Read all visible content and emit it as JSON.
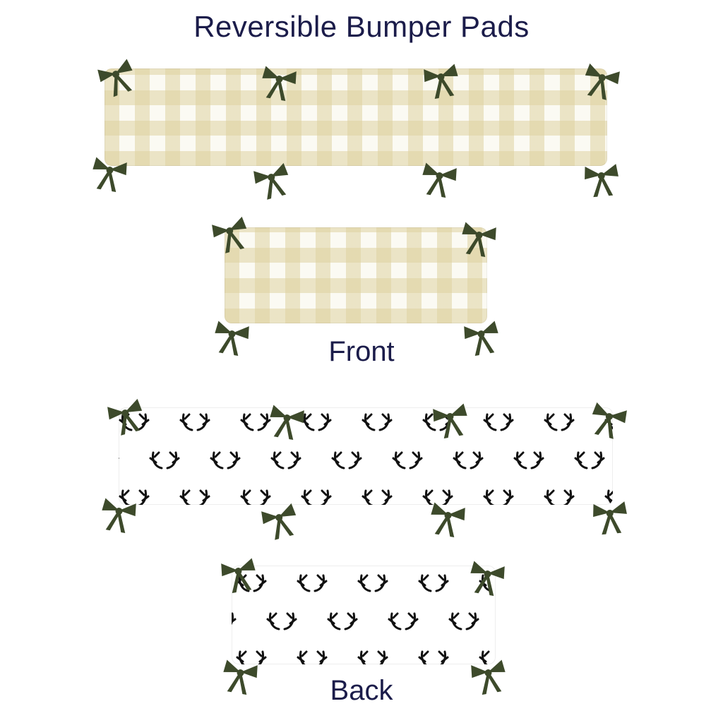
{
  "heading": "Reversible Bumper Pads",
  "front_label": "Front",
  "back_label": "Back",
  "colors": {
    "heading_text": "#1b1c4a",
    "bow": "#3d4a2b",
    "plaid": "#ded2a0",
    "antler": "#111111"
  },
  "icons": {
    "bow": "ribbon-bow-icon",
    "antler": "antler-icon"
  }
}
